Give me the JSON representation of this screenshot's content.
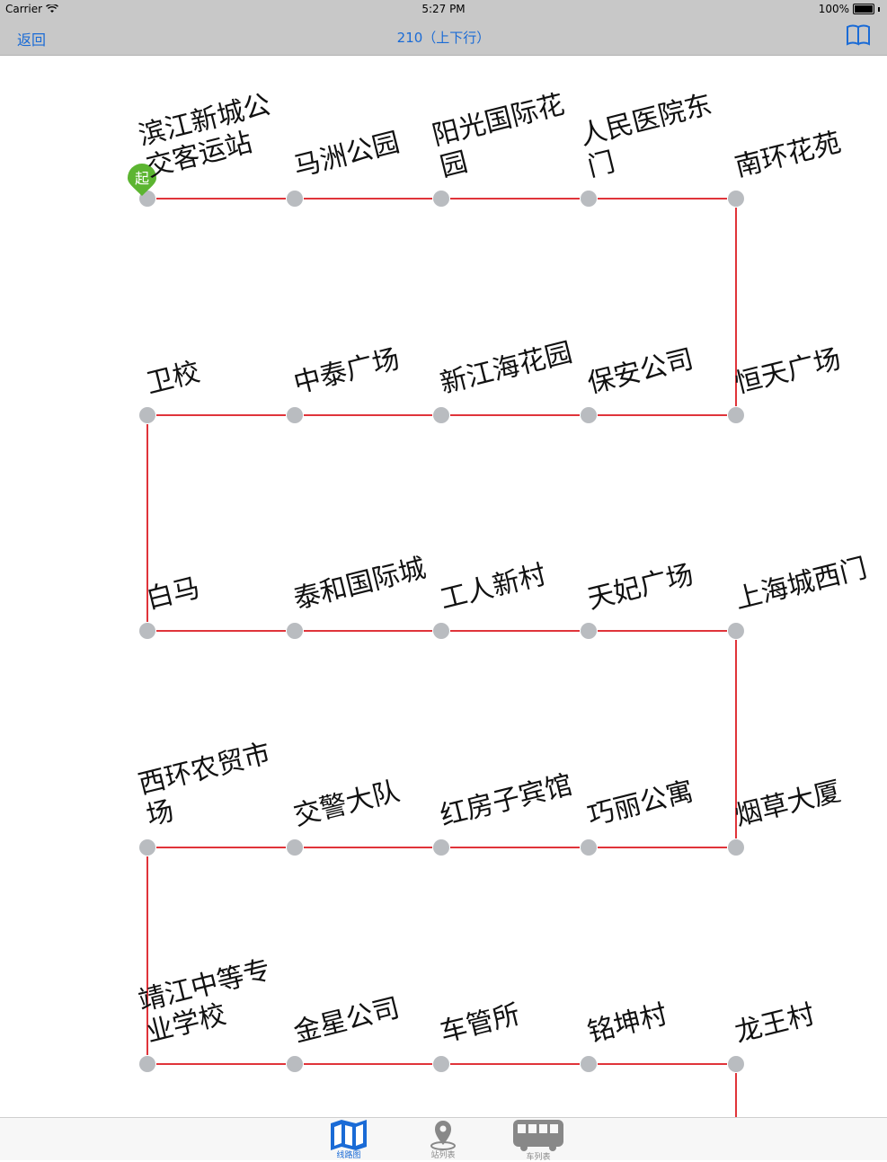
{
  "status": {
    "carrier": "Carrier",
    "time": "5:27 PM",
    "battery": "100%"
  },
  "nav": {
    "back": "返回",
    "title": "210（上下行）",
    "book_icon": "book-icon"
  },
  "start_marker": "起",
  "rows": [
    [
      "滨江新城公交客运站",
      "马洲公园",
      "阳光国际花园",
      "人民医院东门",
      "南环花苑"
    ],
    [
      "卫校",
      "中泰广场",
      "新江海花园",
      "保安公司",
      "恒天广场"
    ],
    [
      "白马",
      "泰和国际城",
      "工人新村",
      "天妃广场",
      "上海城西门"
    ],
    [
      "西环农贸市场",
      "交警大队",
      "红房子宾馆",
      "巧丽公寓",
      "烟草大厦"
    ],
    [
      "靖江中等专业学校",
      "金星公司",
      "车管所",
      "铭坤村",
      "龙王村"
    ]
  ],
  "colors": {
    "route": "#e0343a",
    "stop": "#b9bcc0",
    "accent": "#1a6bd6",
    "marker": "#5cb531"
  },
  "tabs": [
    {
      "label": "线路图",
      "icon": "map-icon",
      "active": true
    },
    {
      "label": "站列表",
      "icon": "location-pin-icon",
      "active": false
    },
    {
      "label": "车列表",
      "icon": "bus-icon",
      "active": false
    }
  ]
}
